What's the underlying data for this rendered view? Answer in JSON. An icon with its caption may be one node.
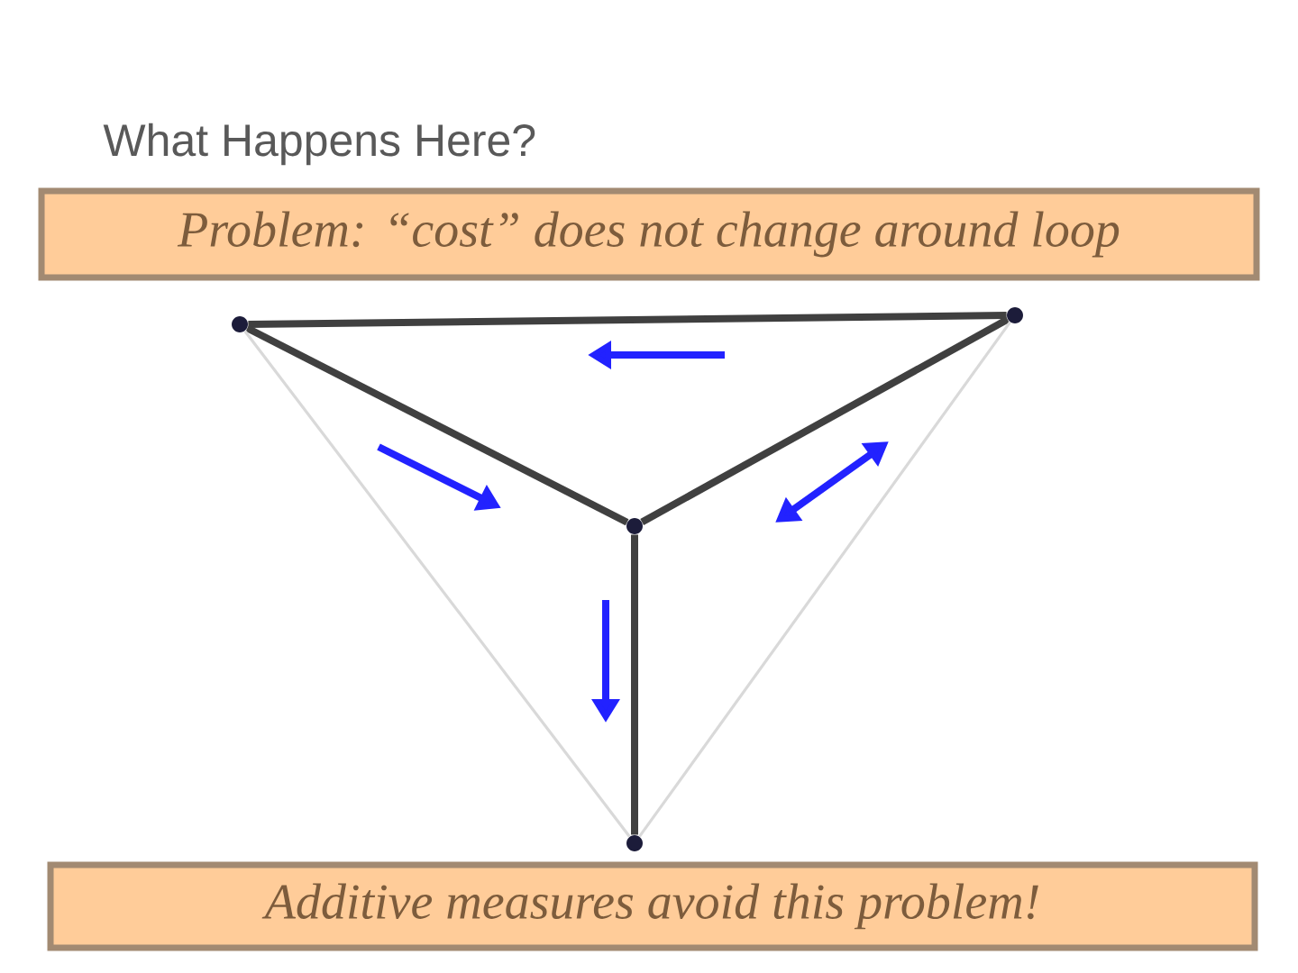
{
  "diagram": {
    "title": "What Happens Here?",
    "nodes": [
      {
        "text": [
          "Problem: “cost” does not change around loop"
        ]
      },
      {
        "text": [],
        "shape": "circle"
      },
      {
        "text": [],
        "shape": "circle"
      },
      {
        "text": [],
        "shape": "circle"
      },
      {
        "text": [],
        "shape": "circle"
      },
      {
        "text": [
          "Additive measures avoid this problem!"
        ]
      }
    ],
    "edges": [
      {
        "from": 1,
        "to": 4,
        "arrow": "none"
      },
      {
        "from": 1,
        "to": 2,
        "arrow": "none"
      },
      {
        "from": 4,
        "to": 2,
        "arrow": "none"
      },
      {
        "from": 2,
        "to": 3,
        "arrow": "none"
      },
      {
        "from": 1,
        "to": 3,
        "arrow": "none",
        "color": "#d9d9d9"
      },
      {
        "from": 4,
        "to": 3,
        "arrow": "none",
        "color": "#d9d9d9"
      }
    ]
  }
}
